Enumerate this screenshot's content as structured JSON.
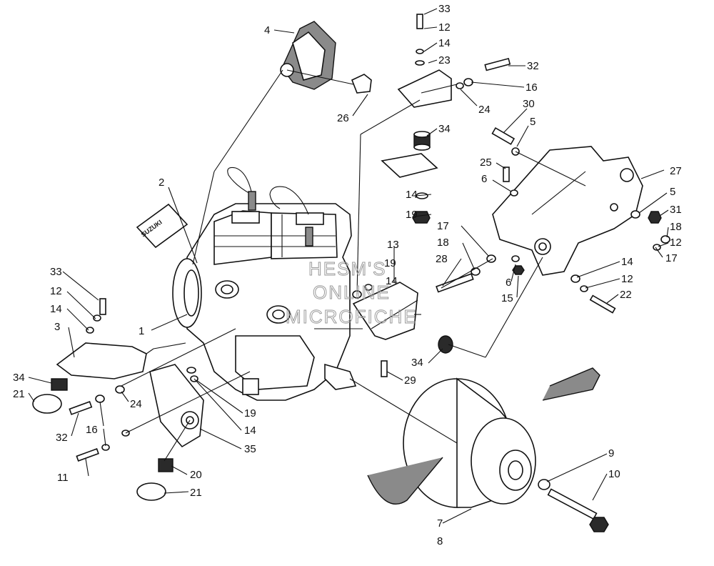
{
  "watermark": {
    "line1": "HESM'S",
    "line2": "ONLINE",
    "line3": "MICROFICHE"
  },
  "decal_text": "SUZUKI",
  "callouts": [
    {
      "id": "c33a",
      "text": "33"
    },
    {
      "id": "c12a",
      "text": "12"
    },
    {
      "id": "c14a",
      "text": "14"
    },
    {
      "id": "c23",
      "text": "23"
    },
    {
      "id": "c32a",
      "text": "32"
    },
    {
      "id": "c16a",
      "text": "16"
    },
    {
      "id": "c24a",
      "text": "24"
    },
    {
      "id": "c4",
      "text": "4"
    },
    {
      "id": "c26",
      "text": "26"
    },
    {
      "id": "c34a",
      "text": "34"
    },
    {
      "id": "c30",
      "text": "30"
    },
    {
      "id": "c5a",
      "text": "5"
    },
    {
      "id": "c25",
      "text": "25"
    },
    {
      "id": "c6a",
      "text": "6"
    },
    {
      "id": "c27",
      "text": "27"
    },
    {
      "id": "c14b",
      "text": "14"
    },
    {
      "id": "c19a",
      "text": "19"
    },
    {
      "id": "c5b",
      "text": "5"
    },
    {
      "id": "c31",
      "text": "31"
    },
    {
      "id": "c2",
      "text": "2"
    },
    {
      "id": "c13",
      "text": "13"
    },
    {
      "id": "c17a",
      "text": "17"
    },
    {
      "id": "c18a",
      "text": "18"
    },
    {
      "id": "c18b",
      "text": "18"
    },
    {
      "id": "c12b",
      "text": "12"
    },
    {
      "id": "c17b",
      "text": "17"
    },
    {
      "id": "c28",
      "text": "28"
    },
    {
      "id": "c19b",
      "text": "19"
    },
    {
      "id": "c14c",
      "text": "14"
    },
    {
      "id": "c6b",
      "text": "6"
    },
    {
      "id": "c15",
      "text": "15"
    },
    {
      "id": "c14d",
      "text": "14"
    },
    {
      "id": "c12c",
      "text": "12"
    },
    {
      "id": "c22",
      "text": "22"
    },
    {
      "id": "c33b",
      "text": "33"
    },
    {
      "id": "c12d",
      "text": "12"
    },
    {
      "id": "c14e",
      "text": "14"
    },
    {
      "id": "c1",
      "text": "1"
    },
    {
      "id": "c3",
      "text": "3"
    },
    {
      "id": "c34b",
      "text": "34"
    },
    {
      "id": "c34c",
      "text": "34"
    },
    {
      "id": "c21a",
      "text": "21"
    },
    {
      "id": "c29",
      "text": "29"
    },
    {
      "id": "c24b",
      "text": "24"
    },
    {
      "id": "c19c",
      "text": "19"
    },
    {
      "id": "c32b",
      "text": "32"
    },
    {
      "id": "c16b",
      "text": "16"
    },
    {
      "id": "c14f",
      "text": "14"
    },
    {
      "id": "c35",
      "text": "35"
    },
    {
      "id": "c9",
      "text": "9"
    },
    {
      "id": "c11",
      "text": "11"
    },
    {
      "id": "c20",
      "text": "20"
    },
    {
      "id": "c10",
      "text": "10"
    },
    {
      "id": "c21b",
      "text": "21"
    },
    {
      "id": "c7",
      "text": "7"
    },
    {
      "id": "c8",
      "text": "8"
    }
  ]
}
